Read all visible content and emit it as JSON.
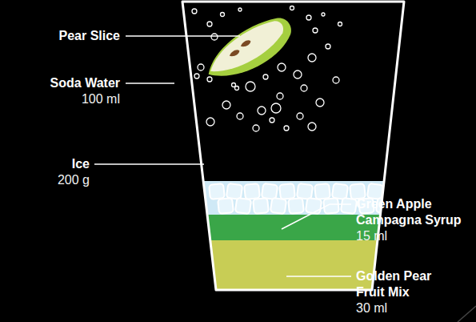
{
  "diagram": {
    "labels": [
      "Pear Slice",
      "Soda Water",
      "100 ml",
      "Ice",
      "200 g",
      "Green Apple Campagna Syrup",
      "15 ml",
      "Golden Pear Fruit Mix",
      "30 ml"
    ]
  }
}
